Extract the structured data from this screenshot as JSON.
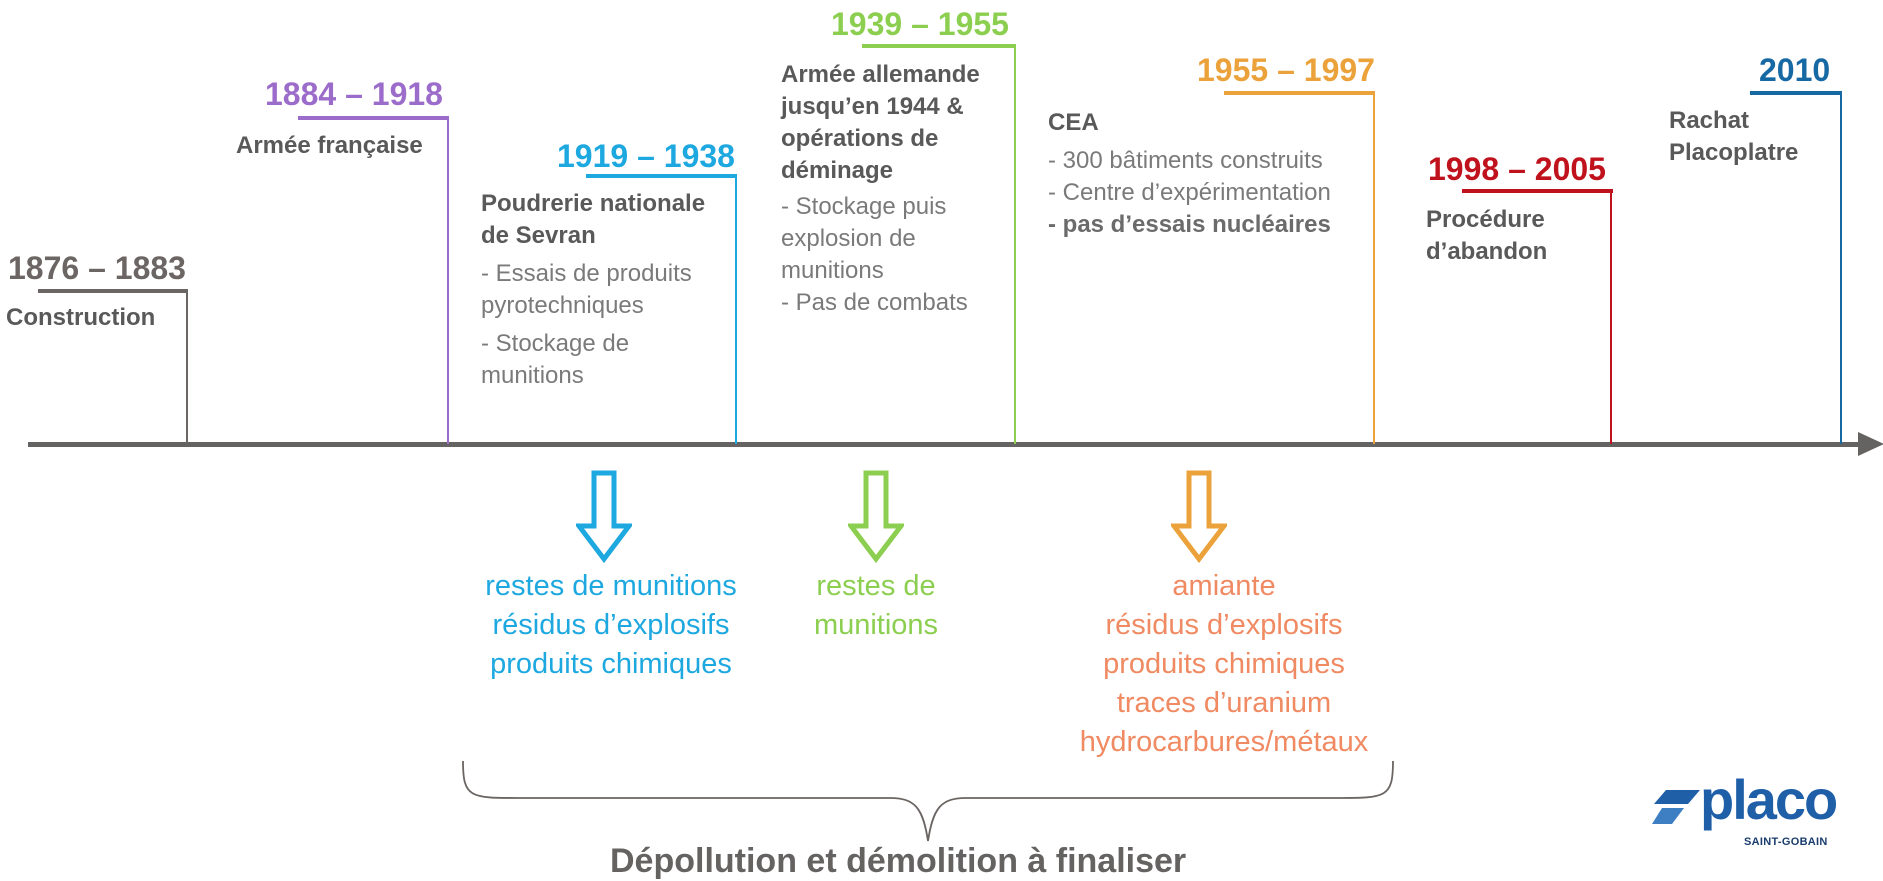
{
  "periods": [
    {
      "years": "1876 – 1883",
      "color": "#6b6563",
      "title": "Construction",
      "items": []
    },
    {
      "years": "1884 – 1918",
      "color": "#9b6cc9",
      "title": "Armée française",
      "items": []
    },
    {
      "years": "1919 – 1938",
      "color": "#1ea8e0",
      "title": "Poudrerie nationale de Sevran",
      "items": [
        "- Essais de produits pyrotechniques",
        "- Stockage de munitions"
      ]
    },
    {
      "years": "1939 – 1955",
      "color": "#8ccf50",
      "title": "Armée allemande jusqu’en 1944 & opérations de déminage",
      "items": [
        "- Stockage puis explosion de munitions",
        "- Pas de combats"
      ]
    },
    {
      "years": "1955 – 1997",
      "color": "#eba23a",
      "title": "CEA",
      "items": [
        "- 300 bâtiments construits",
        "- Centre d’expérimentation",
        "- pas d’essais nucléaires"
      ]
    },
    {
      "years": "1998 – 2005",
      "color": "#c0121c",
      "title": "Procédure d’abandon",
      "items": []
    },
    {
      "years": "2010",
      "color": "#1769a3",
      "title": "Rachat Placoplatre",
      "items": []
    }
  ],
  "outcomes": [
    {
      "color": "#1ea8e0",
      "lines": [
        "restes de munitions",
        "résidus d’explosifs",
        "produits chimiques"
      ]
    },
    {
      "color": "#8ccf50",
      "lines": [
        "restes de",
        "munitions"
      ]
    },
    {
      "color": "#f08a62",
      "lines": [
        "amiante",
        "résidus d’explosifs",
        "produits chimiques",
        "traces d’uranium",
        "hydrocarbures/métaux"
      ]
    }
  ],
  "arrow_colors": [
    "#1ea8e0",
    "#8ccf50",
    "#eba23a"
  ],
  "axis_color": "#656262",
  "footer": "Dépollution et démolition à finaliser",
  "logo": {
    "word": "placo",
    "sub": "SAINT-GOBAIN",
    "color": "#1f5fa8"
  }
}
